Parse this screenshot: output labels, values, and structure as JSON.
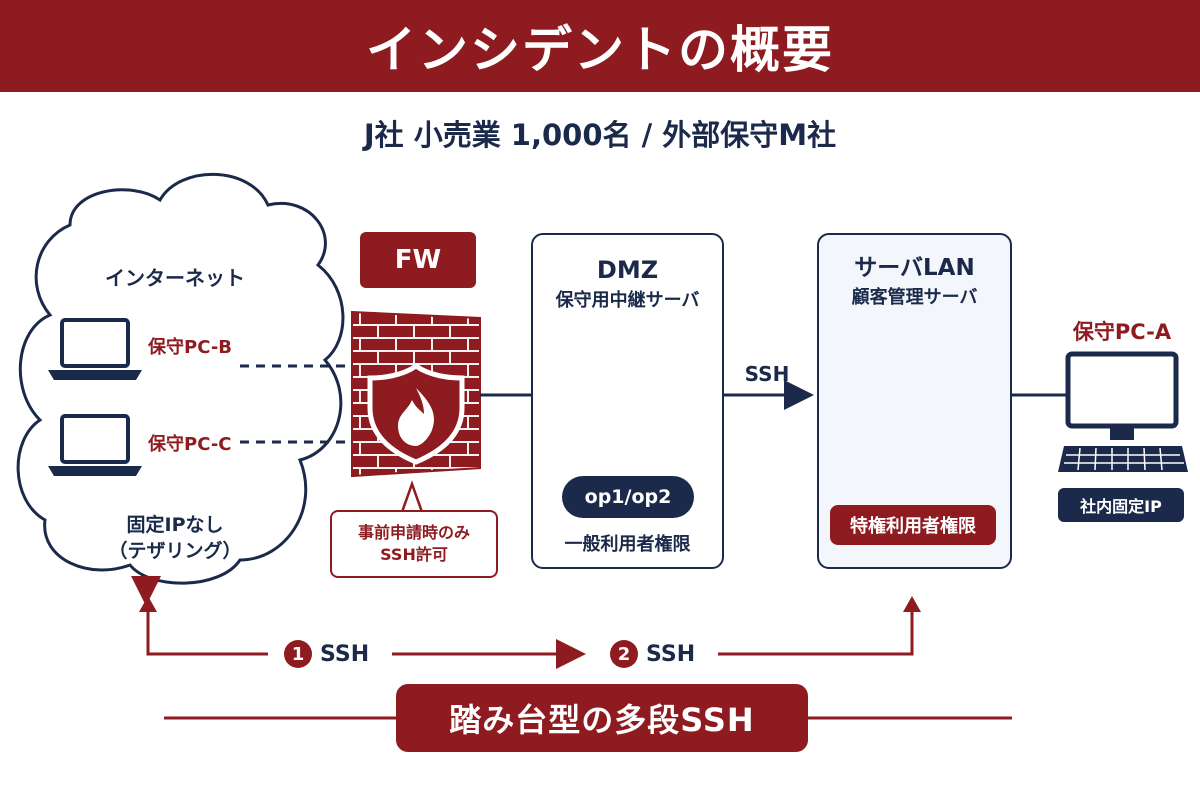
{
  "header": {
    "title": "インシデントの概要",
    "subtitle": "J社 小売業 1,000名 / 外部保守M社"
  },
  "internet": {
    "title": "インターネット",
    "pc_b": "保守PC-B",
    "pc_c": "保守PC-C",
    "note_line1": "固定IPなし",
    "note_line2": "（テザリング）"
  },
  "firewall": {
    "label": "FW",
    "callout_line1": "事前申請時のみ",
    "callout_line2": "SSH許可"
  },
  "dmz": {
    "title": "DMZ",
    "server": "保守用中継サーバ",
    "account": "op1/op2",
    "privilege": "一般利用者権限"
  },
  "link_label": "SSH",
  "server_lan": {
    "title": "サーバLAN",
    "server": "顧客管理サーバ",
    "privilege": "特権利用者権限"
  },
  "pc_a": {
    "label": "保守PC-A",
    "note": "社内固定IP"
  },
  "flow": {
    "step1_num": "1",
    "step1_label": "SSH",
    "step2_num": "2",
    "step2_label": "SSH",
    "banner": "踏み台型の多段SSH"
  },
  "colors": {
    "accent_red": "#8e1b1f",
    "navy": "#1b2a4a"
  }
}
